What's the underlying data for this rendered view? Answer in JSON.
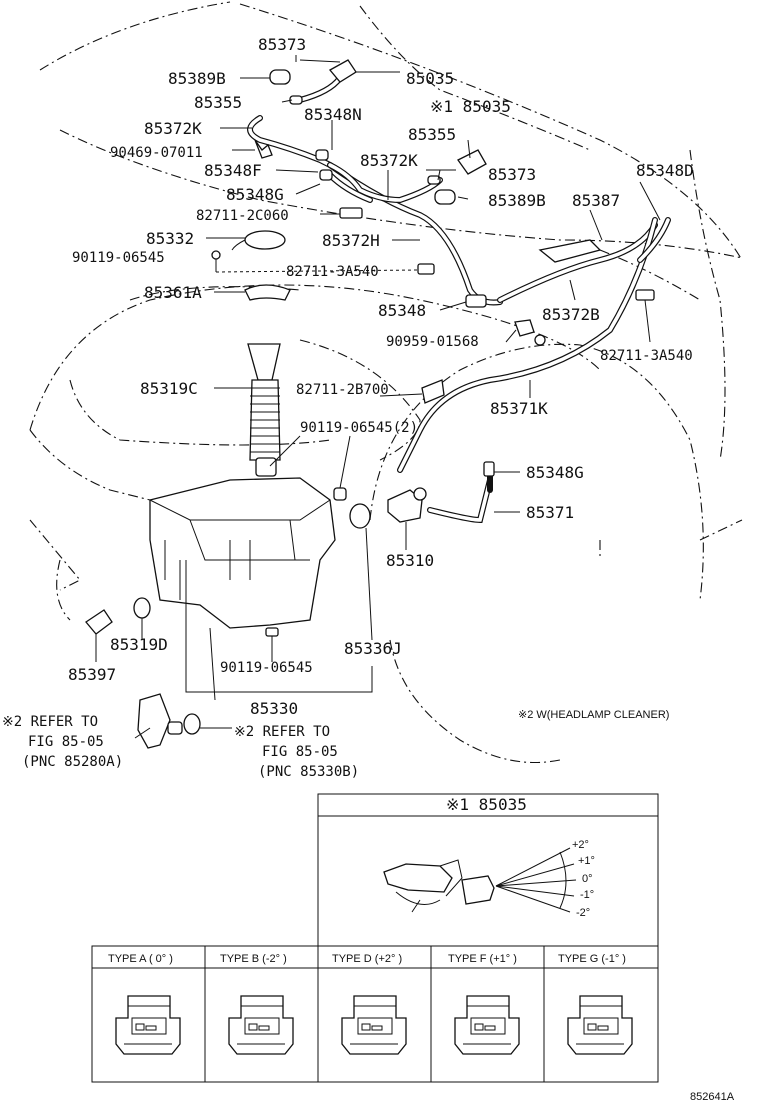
{
  "parts": {
    "p85373_top": "85373",
    "p85389B_top": "85389B",
    "p85035_top": "85035",
    "p85355_top": "85355",
    "p85035_mark": "※1 85035",
    "p85348N": "85348N",
    "p85372K_top": "85372K",
    "p90469": "90469-07011",
    "p85355_mid": "85355",
    "p85348F": "85348F",
    "p85372K_mid": "85372K",
    "p85373_mid": "85373",
    "p85348D": "85348D",
    "p85348G_top": "85348G",
    "p85389B_mid": "85389B",
    "p82711_2C060": "82711-2C060",
    "p85387": "85387",
    "p85332": "85332",
    "p85372H": "85372H",
    "p90119_top": "90119-06545",
    "p82711_3A540_a": "82711-3A540",
    "p85361A": "85361A",
    "p85348": "85348",
    "p85372B": "85372B",
    "p90959": "90959-01568",
    "p82711_3A540_b": "82711-3A540",
    "p85319C": "85319C",
    "p82711_2B700": "82711-2B700",
    "p85371K": "85371K",
    "p90119_2": "90119-06545(2)",
    "p85348G_low": "85348G",
    "p85371": "85371",
    "p85310": "85310",
    "p85397": "85397",
    "p85319D": "85319D",
    "p90119_low": "90119-06545",
    "p85336J": "85336J",
    "p85330": "85330"
  },
  "notes": {
    "refer_left_1": "※2 REFER TO",
    "refer_left_2": "FIG 85-05",
    "refer_left_3": "(PNC 85280A)",
    "refer_right_1": "※2 REFER TO",
    "refer_right_2": "FIG 85-05",
    "refer_right_3": "(PNC 85330B)",
    "legend": "※2  W(HEADLAMP CLEANER)"
  },
  "detail": {
    "title": "※1 85035",
    "angles": [
      "+2°",
      "+1°",
      "0°",
      "-1°",
      "-2°"
    ]
  },
  "types": [
    {
      "label": "TYPE A ( 0° )"
    },
    {
      "label": "TYPE B (-2° )"
    },
    {
      "label": "TYPE D (+2° )"
    },
    {
      "label": "TYPE F (+1° )"
    },
    {
      "label": "TYPE G (-1° )"
    }
  ],
  "figure_code": "852641A"
}
